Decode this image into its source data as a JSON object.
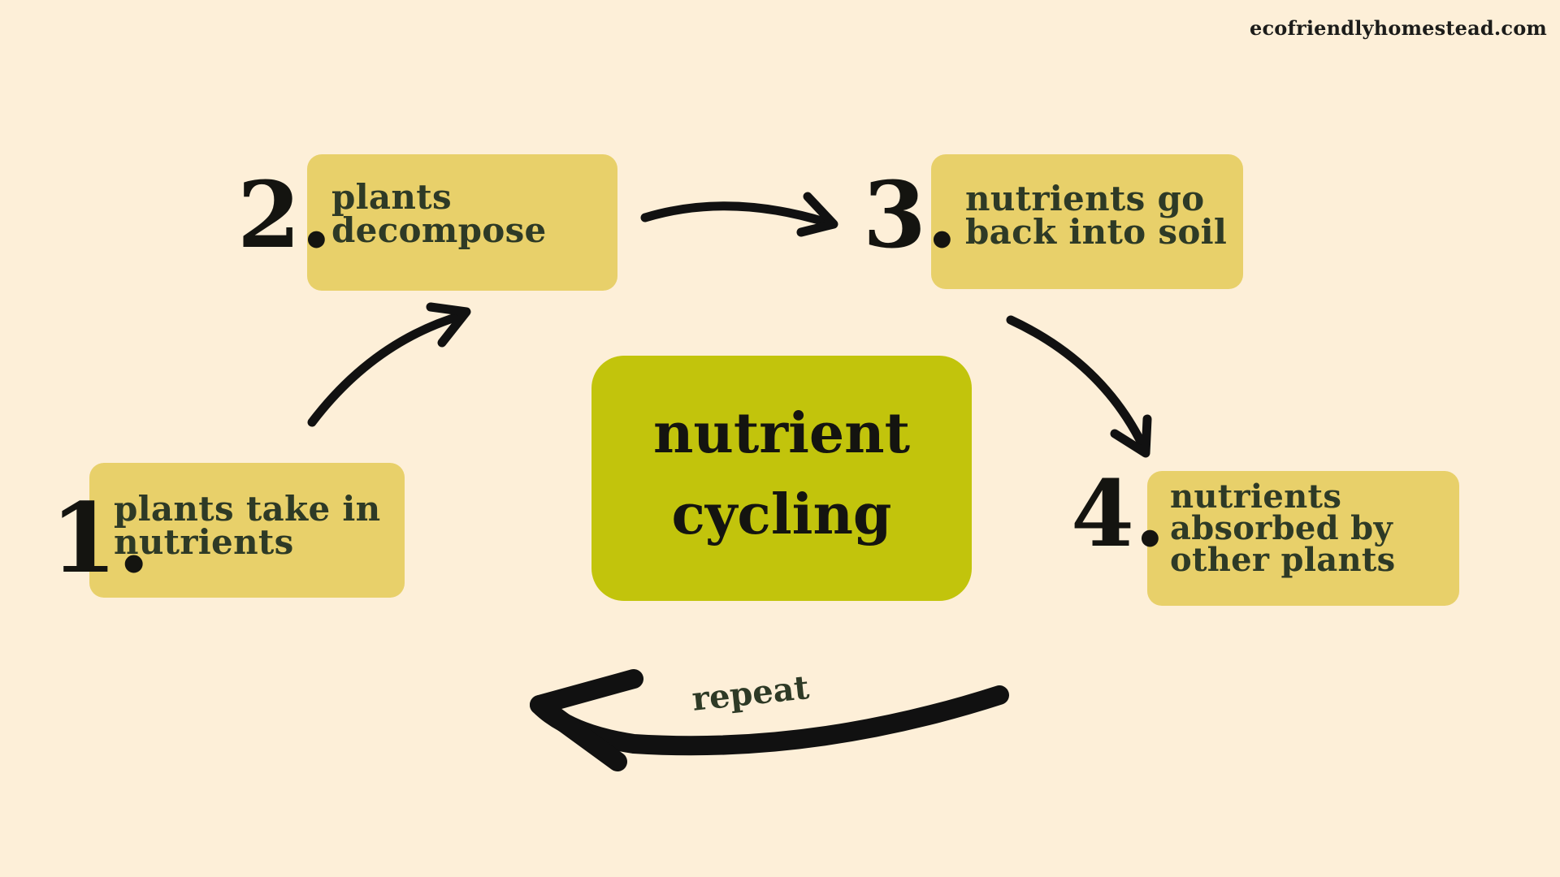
{
  "watermark": "ecofriendlyhomestead.com",
  "colors": {
    "background": "#fdefd8",
    "step_box": "#e8d06a",
    "center_box": "#c2c40c",
    "step_text": "#2e3a26",
    "number_text": "#141410",
    "arrow": "#111111"
  },
  "center": {
    "line1": "nutrient",
    "line2": "cycling"
  },
  "steps": [
    {
      "number": "1.",
      "line1": "plants take in",
      "line2": "nutrients",
      "line3": ""
    },
    {
      "number": "2.",
      "line1": "plants",
      "line2": "decompose",
      "line3": ""
    },
    {
      "number": "3.",
      "line1": "nutrients go",
      "line2": "back into soil",
      "line3": ""
    },
    {
      "number": "4.",
      "line1": "nutrients",
      "line2": "absorbed by",
      "line3": "other plants"
    }
  ],
  "repeat_label": "repeat"
}
